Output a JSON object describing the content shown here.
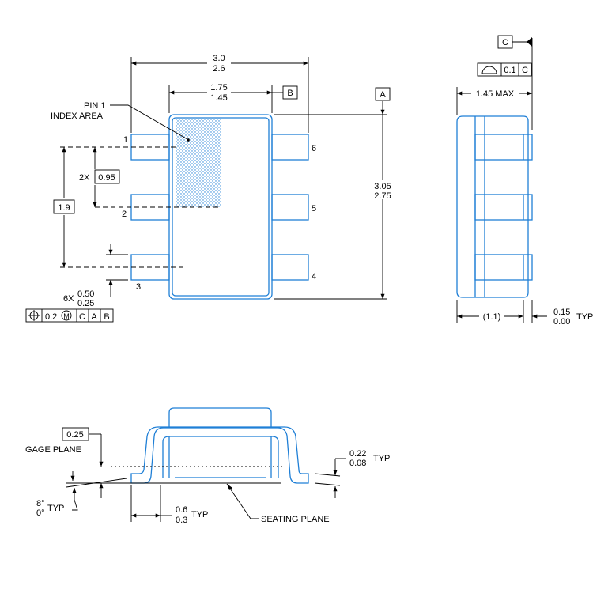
{
  "top_view": {
    "width_max": "3.0",
    "width_min": "2.6",
    "body_width_max": "1.75",
    "body_width_min": "1.45",
    "datum_b": "B",
    "datum_a": "A",
    "height_max": "3.05",
    "height_min": "2.75",
    "pin1_label_1": "PIN 1",
    "pin1_label_2": "INDEX AREA",
    "pins": [
      "1",
      "2",
      "3",
      "4",
      "5",
      "6"
    ],
    "pitch_prefix": "2X",
    "pitch": "0.95",
    "span": "1.9",
    "lead_width_prefix": "6X",
    "lead_width_max": "0.50",
    "lead_width_min": "0.25",
    "tolerance_value": "0.2",
    "tolerance_modifier": "M",
    "tolerance_datums": [
      "C",
      "A",
      "B"
    ]
  },
  "side_view": {
    "datum_c": "C",
    "flatness_value": "0.1",
    "flatness_datum": "C",
    "max_height": "1.45 MAX",
    "ref_length": "(1.1)",
    "standoff_max": "0.15",
    "standoff_min": "0.00",
    "standoff_suffix": "TYP"
  },
  "front_view": {
    "gage_value": "0.25",
    "gage_label": "GAGE PLANE",
    "angle_max": "8°",
    "angle_min": "0°",
    "angle_suffix": "TYP",
    "foot_max": "0.6",
    "foot_min": "0.3",
    "foot_suffix": "TYP",
    "seating_label": "SEATING PLANE",
    "lead_thick_max": "0.22",
    "lead_thick_min": "0.08",
    "lead_thick_suffix": "TYP"
  },
  "colors": {
    "outline": "#1f7fd6",
    "dimension": "#000000"
  }
}
